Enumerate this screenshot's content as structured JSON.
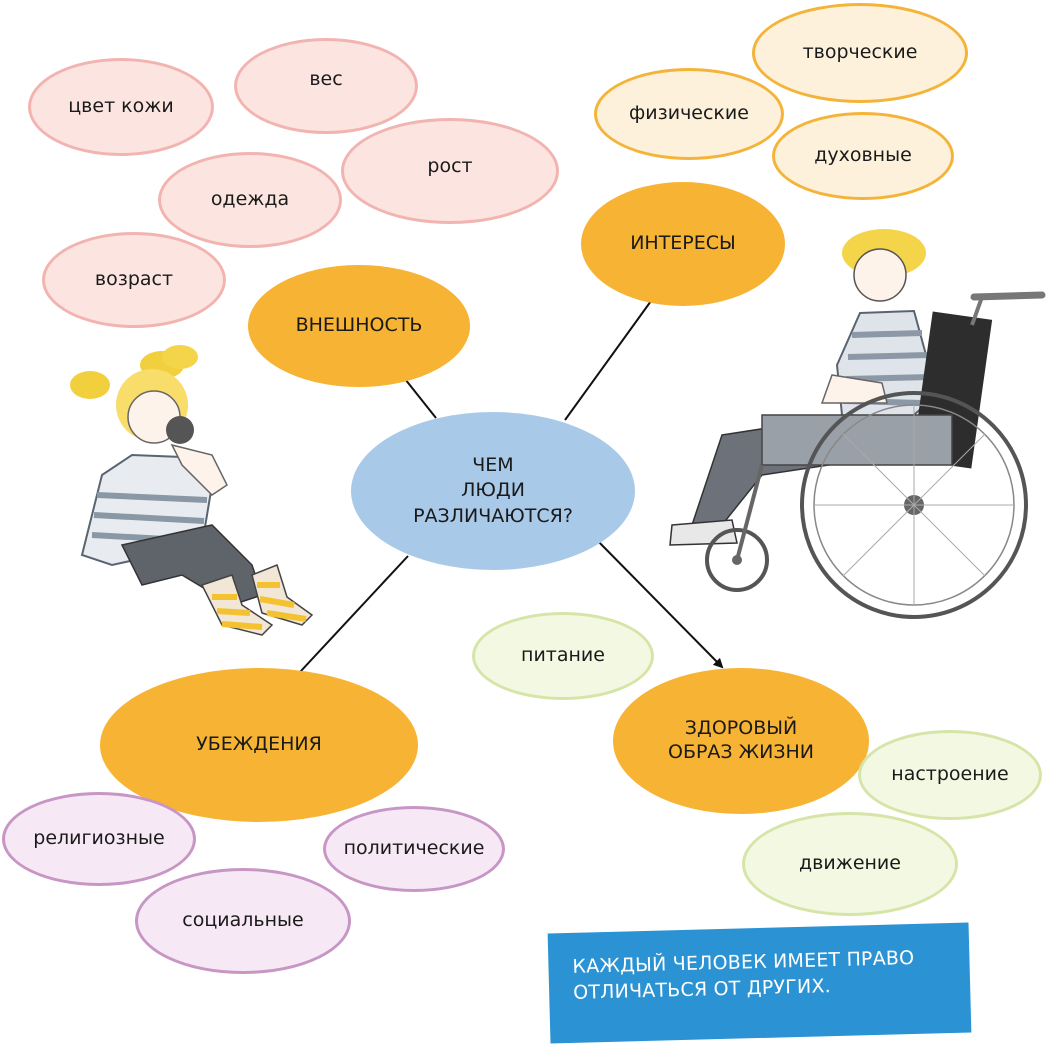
{
  "center": {
    "label": "ЧЕМ\nЛЮДИ\nРАЗЛИЧАЮТСЯ?"
  },
  "categories": {
    "appearance": "ВНЕШНОСТЬ",
    "interests": "ИНТЕРЕСЫ",
    "beliefs": "УБЕЖДЕНИЯ",
    "healthy_lifestyle": "ЗДОРОВЫЙ\nОБРАЗ ЖИЗНИ"
  },
  "appearance_items": {
    "skin_color": "цвет кожи",
    "weight": "вес",
    "height": "рост",
    "clothes": "одежда",
    "age": "возраст"
  },
  "interests_items": {
    "creative": "творческие",
    "physical": "физические",
    "spiritual": "духовные"
  },
  "beliefs_items": {
    "religious": "религиозные",
    "political": "политические",
    "social": "социальные"
  },
  "lifestyle_items": {
    "nutrition": "питание",
    "mood": "настроение",
    "movement": "движение"
  },
  "banner": {
    "text": "КАЖДЫЙ ЧЕЛОВЕК ИМЕЕТ ПРАВО\nОТЛИЧАТЬСЯ ОТ ДРУГИХ."
  },
  "colors": {
    "category_orange": "#f7b333",
    "center_blue": "#a9c9e8",
    "banner_blue": "#2b93d3",
    "appearance_pink": "#f2b4b0",
    "interests_yellow": "#f4b43a",
    "lifestyle_green": "#d6e4a8",
    "beliefs_purple": "#c796c5"
  }
}
